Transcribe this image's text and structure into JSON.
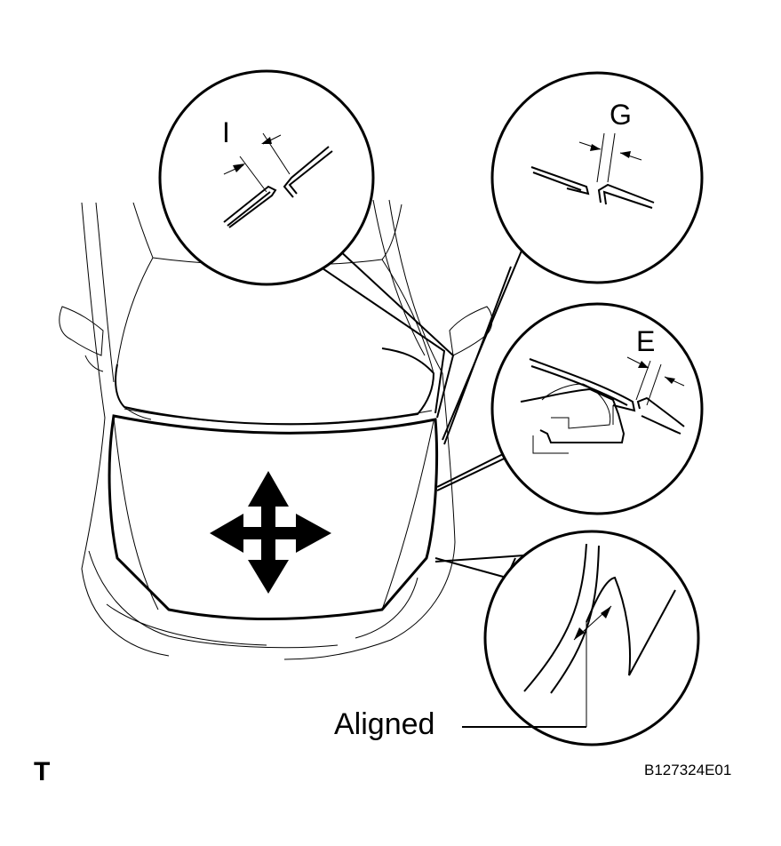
{
  "diagram": {
    "callouts": {
      "top_left_letter": "I",
      "top_right_letter": "G",
      "middle_right_letter": "E",
      "bottom_right_label": "Aligned"
    },
    "corner_mark": "T",
    "figure_code": "B127324E01",
    "icons": {
      "hood": "four-way-arrow-icon"
    },
    "colors": {
      "line": "#000000",
      "background": "#ffffff"
    }
  }
}
